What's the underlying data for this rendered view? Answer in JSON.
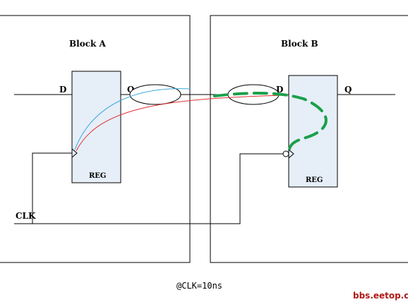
{
  "blocks": {
    "a": {
      "title": "Block A"
    },
    "b": {
      "title": "Block B"
    }
  },
  "reg_a": {
    "label": "REG",
    "d_pin": "D",
    "q_pin": "Q"
  },
  "reg_b": {
    "label": "REG",
    "d_pin": "D",
    "q_pin": "Q"
  },
  "clock": {
    "net_label": "CLK"
  },
  "caption": "@CLK=10ns",
  "watermark": "bbs.eetop.cn",
  "colors": {
    "line": "#000000",
    "reg_fill": "#e6eef8",
    "path_blue": "#3fa8dc",
    "path_red": "#e03030",
    "path_green": "#1aa04a",
    "watermark": "#b01818"
  }
}
